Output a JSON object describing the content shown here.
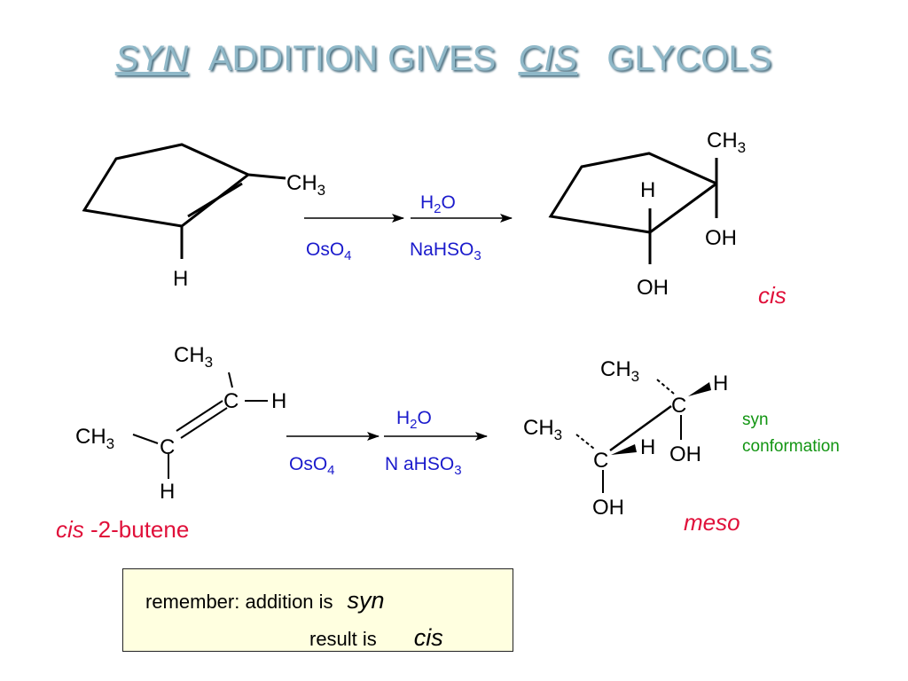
{
  "slide": {
    "title": {
      "part1": "SYN",
      "part2": "ADDITION GIVES",
      "part3": "CIS",
      "part4": "GLYCOLS"
    }
  },
  "reaction1": {
    "reactant": {
      "methyl": "CH",
      "methyl_sub": "3",
      "h": "H"
    },
    "arrow1_below": {
      "main": "OsO",
      "sub": "4"
    },
    "arrow2_above": {
      "pre": "H",
      "sub": "2",
      "post": "O"
    },
    "arrow2_below": {
      "main": "NaHSO",
      "sub": "3"
    },
    "product": {
      "methyl": "CH",
      "methyl_sub": "3",
      "h": "H",
      "oh_upper": "OH",
      "oh_lower": "OH",
      "label": "cis"
    }
  },
  "reaction2": {
    "reactant": {
      "top_methyl": "CH",
      "top_methyl_sub": "3",
      "top_c": "C",
      "top_h": "H",
      "left_methyl": "CH",
      "left_methyl_sub": "3",
      "bottom_c": "C",
      "bottom_h": "H",
      "label_italic": "cis",
      "label_rest": " -2-butene"
    },
    "arrow1_below": {
      "main": "OsO",
      "sub": "4"
    },
    "arrow2_above": {
      "pre": "H",
      "sub": "2",
      "post": "O"
    },
    "arrow2_below": {
      "main": "N aHSO",
      "sub": "3"
    },
    "product": {
      "upper_methyl": "CH",
      "upper_methyl_sub": "3",
      "upper_h": "H",
      "upper_c": "C",
      "upper_oh": "OH",
      "lower_methyl": "CH",
      "lower_methyl_sub": "3",
      "lower_h": "H",
      "lower_c": "C",
      "lower_oh": "OH",
      "conformation_line1": "syn",
      "conformation_line2": "conformation",
      "label": "meso"
    }
  },
  "note": {
    "line1_text": "remember:  addition is",
    "line1_em": "syn",
    "line2_text": "result is",
    "line2_em": "cis"
  },
  "colors": {
    "title": "#8fb8c8",
    "reagent_blue": "#1a1acc",
    "label_red": "#e0103a",
    "green_note": "#129512",
    "note_bg": "#ffffe0"
  }
}
